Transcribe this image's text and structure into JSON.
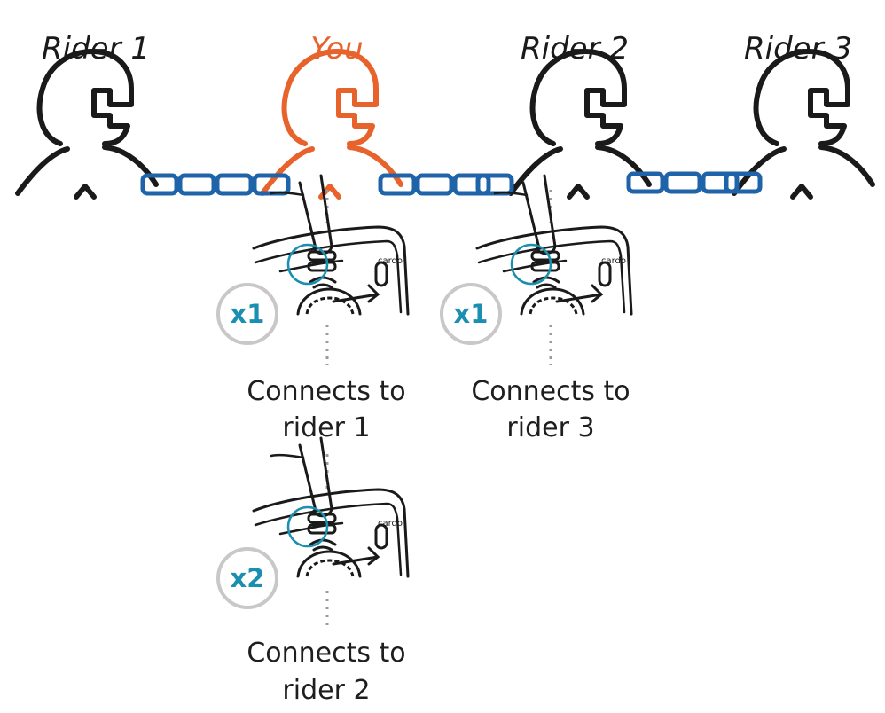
{
  "riders": [
    {
      "label": "Rider 1",
      "color": "#1a1a1a"
    },
    {
      "label": "You",
      "color": "#e8622c"
    },
    {
      "label": "Rider 2",
      "color": "#1a1a1a"
    },
    {
      "label": "Rider 3",
      "color": "#1a1a1a"
    }
  ],
  "devices": [
    {
      "badge": "x1",
      "brand": "cardo",
      "caption_line1": "Connects to",
      "caption_line2": "rider 1"
    },
    {
      "badge": "x1",
      "brand": "cardo",
      "caption_line1": "Connects to",
      "caption_line2": "rider 3"
    },
    {
      "badge": "x2",
      "brand": "cardo",
      "caption_line1": "Connects to",
      "caption_line2": "rider 2"
    }
  ],
  "colors": {
    "chain": "#1f63a8",
    "you": "#e8622c",
    "accent": "#1b8fb0",
    "outline": "#1a1a1a",
    "dotted": "#9a9a9a"
  },
  "icons": [
    "helmet-icon",
    "chain-link-icon",
    "finger-press-icon",
    "intercom-device-icon"
  ]
}
